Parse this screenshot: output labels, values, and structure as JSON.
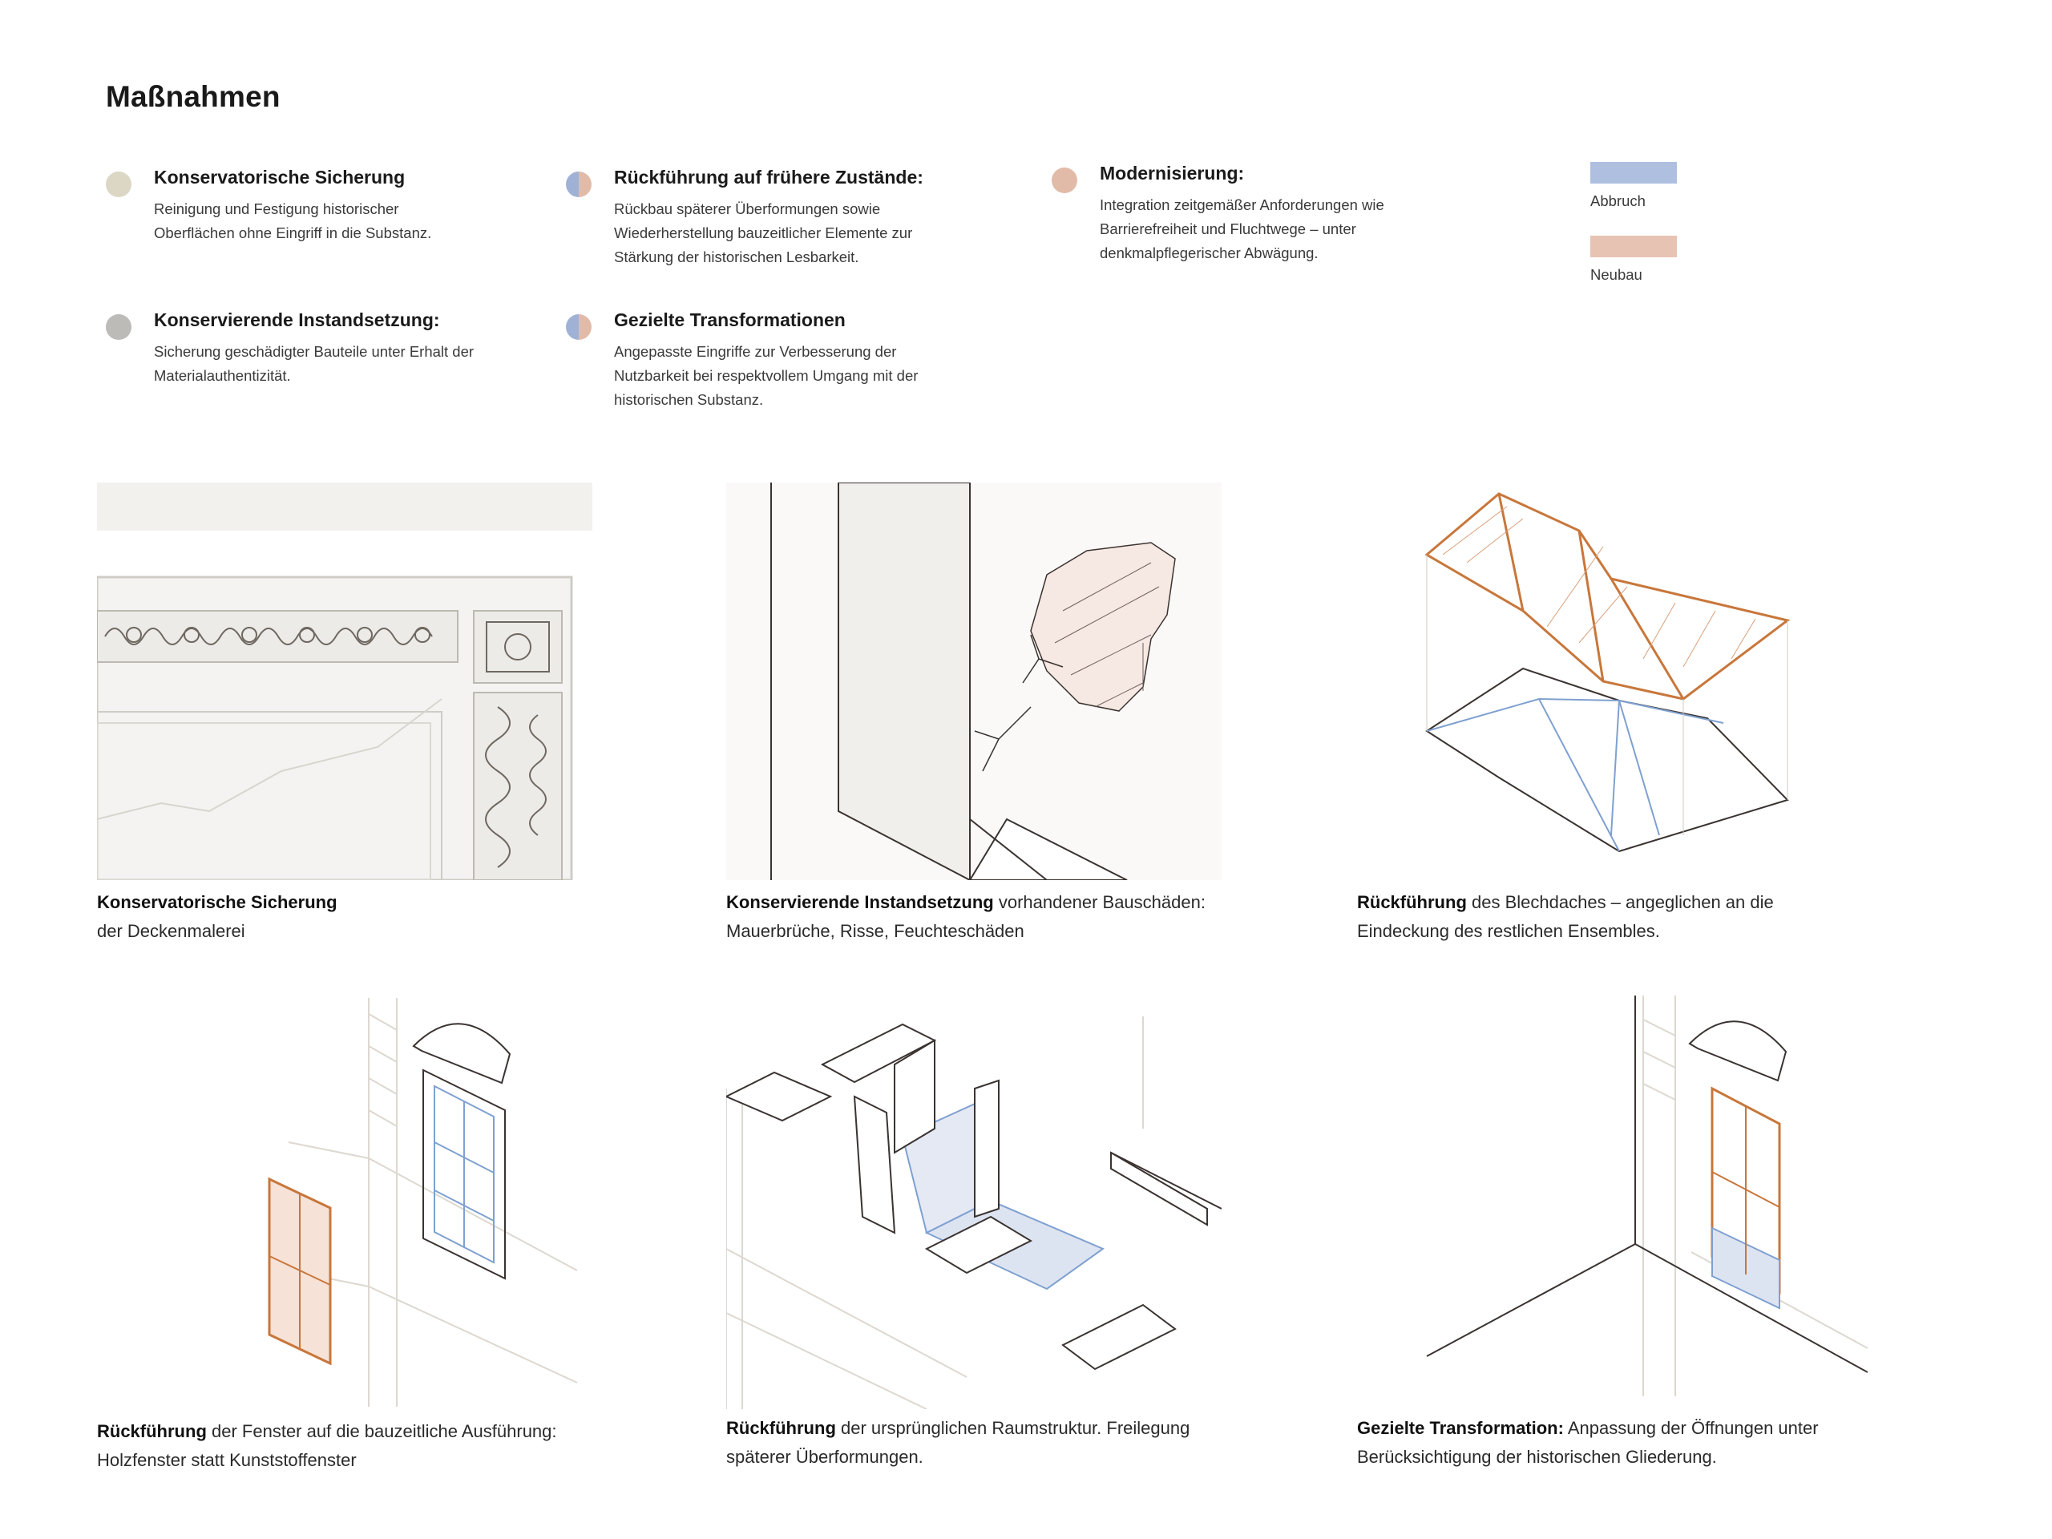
{
  "page_title": "Maßnahmen",
  "legend": {
    "items": [
      {
        "title": "Konservatorische Sicherung",
        "text": "Reinigung und Festigung historischer Oberflächen ohne Eingriff in die Substanz.",
        "color": "#dcd7c4"
      },
      {
        "title": "Konservierende Instandsetzung:",
        "text": "Sicherung geschädigter Bauteile unter Erhalt der Materialauthentizität.",
        "color": "#bdbbb8"
      },
      {
        "title": "Rückführung auf frühere Zustände:",
        "text": "Rückbau späterer Überformungen sowie Wiederherstellung bauzeitlicher Elemente zur Stärkung der historischen Lesbarkeit.",
        "color_left": "#9fb2d6",
        "color_right": "#e2bba8"
      },
      {
        "title": "Gezielte Transformationen",
        "text": "Angepasste Eingriffe zur Verbesserung der Nutzbarkeit bei respektvollem Umgang mit der historischen Substanz.",
        "color_left": "#9fb2d6",
        "color_right": "#e2bba8"
      },
      {
        "title": "Modernisierung:",
        "text": "Integration zeitgemäßer Anforderungen wie Barrierefreiheit und Fluchtwege – unter denkmalpflegerischer Abwägung.",
        "color": "#e2bba8"
      }
    ],
    "swatches": [
      {
        "label": "Abbruch",
        "color": "#aebfe0"
      },
      {
        "label": "Neubau",
        "color": "#e7c3b3"
      }
    ]
  },
  "panels": [
    {
      "caption_bold": "Konservatorische Sicherung",
      "caption_rest": "der Deckenmalerei"
    },
    {
      "caption_bold": "Konservierende Instandsetzung",
      "caption_rest": "vorhandener Bauschäden: Mauerbrüche, Risse, Feuchteschäden"
    },
    {
      "caption_bold": "Rückführung",
      "caption_rest": "des Blechdaches – angeglichen an die Eindeckung des restlichen Ensembles."
    },
    {
      "caption_bold": "Rückführung",
      "caption_rest": "der Fenster auf die bauzeitliche Ausführung: Holzfenster statt Kunststoffenster"
    },
    {
      "caption_bold": "Rückführung",
      "caption_rest": "der ursprünglichen Raumstruktur. Freilegung späterer Überformungen."
    },
    {
      "caption_bold": "Gezielte Transformation:",
      "caption_rest": "Anpassung der Öffnungen unter Berücksichtigung der historischen Gliederung."
    }
  ],
  "colors": {
    "abbruch": "#7fa0d0",
    "neubau": "#c8773b",
    "line": "#3a3330",
    "faint": "#d8d4cc"
  }
}
